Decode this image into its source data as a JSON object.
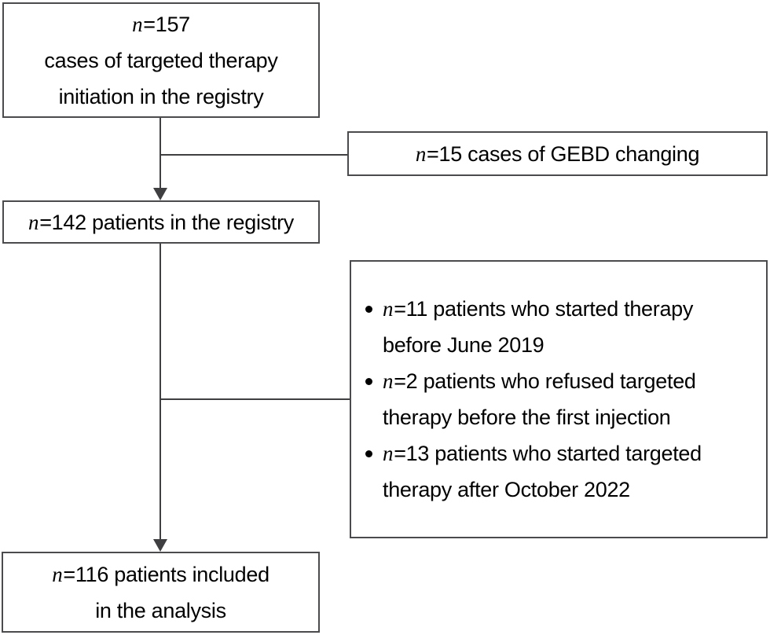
{
  "figure": {
    "type": "flow-diagram",
    "colors": {
      "background": "#ffffff",
      "box_border": "#4b4b4d",
      "connector": "#3f3f41",
      "text": "#000000"
    },
    "boxes": {
      "initiation": {
        "lines": [
          {
            "em": "n",
            "text": "=157"
          },
          {
            "em": "",
            "text": "cases of targeted therapy"
          },
          {
            "em": "",
            "text": "initiation in the registry"
          }
        ]
      },
      "gebd": {
        "lines": [
          {
            "em": "n",
            "text": "=15 cases of GEBD changing"
          }
        ]
      },
      "registry": {
        "lines": [
          {
            "em": "n",
            "text": "=142 patients in the registry"
          }
        ]
      },
      "exclusions": {
        "bullets": [
          {
            "em": "n",
            "line1": "=11 patients who started therapy",
            "line2": "before June 2019"
          },
          {
            "em": "n",
            "line1": "=2 patients who refused targeted",
            "line2": "therapy before the first injection"
          },
          {
            "em": "n",
            "line1": "=13 patients who started targeted",
            "line2": "therapy after October 2022"
          }
        ]
      },
      "analysis": {
        "lines": [
          {
            "em": "n",
            "text": "=116 patients included"
          },
          {
            "em": "",
            "text": "in the analysis"
          }
        ]
      }
    }
  }
}
